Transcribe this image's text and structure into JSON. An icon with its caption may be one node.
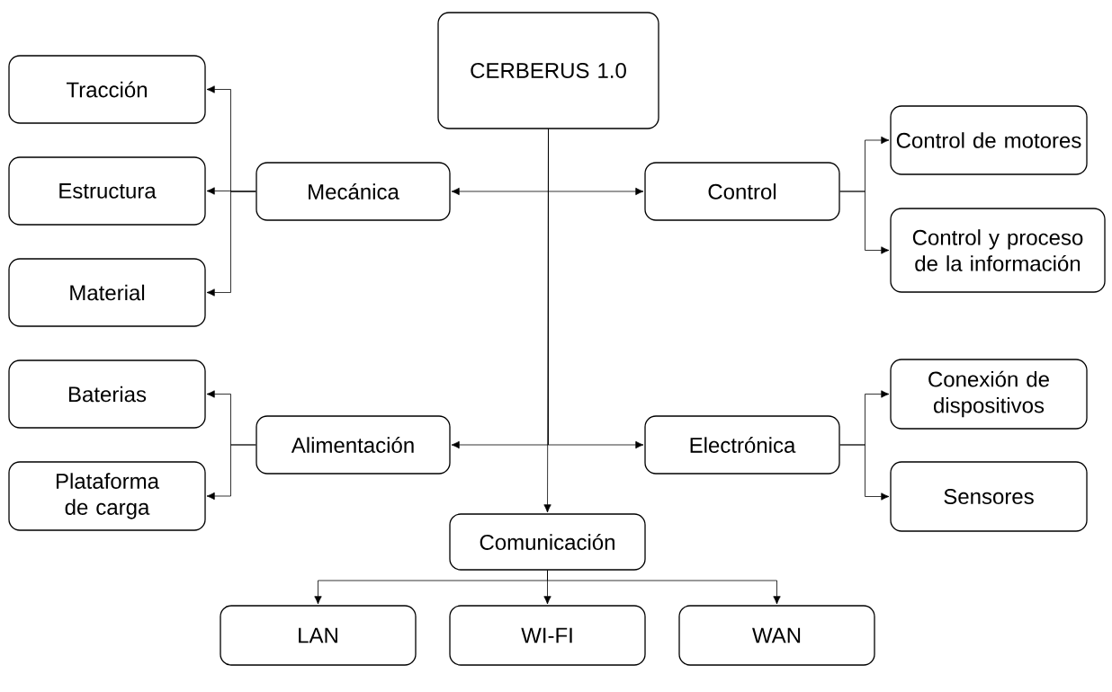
{
  "diagram": {
    "nodes": [
      {
        "text": [
          "CERBERUS 1.0"
        ]
      },
      {
        "text": [
          "Mecánica"
        ]
      },
      {
        "text": [
          "Control"
        ]
      },
      {
        "text": [
          "Tracción"
        ]
      },
      {
        "text": [
          "Estructura"
        ]
      },
      {
        "text": [
          "Material"
        ]
      },
      {
        "text": [
          "Control de motores"
        ]
      },
      {
        "text": [
          "Control y proceso de la información"
        ]
      },
      {
        "text": [
          "Alimentación"
        ]
      },
      {
        "text": [
          "Electrónica"
        ]
      },
      {
        "text": [
          "Baterias"
        ]
      },
      {
        "text": [
          "Plataforma de carga"
        ]
      },
      {
        "text": [
          "Conexión de dispositivos"
        ]
      },
      {
        "text": [
          "Sensores"
        ]
      },
      {
        "text": [
          "Comunicación"
        ]
      },
      {
        "text": [
          "LAN"
        ]
      },
      {
        "text": [
          "WI-FI"
        ]
      },
      {
        "text": [
          "WAN"
        ]
      }
    ],
    "edges": [
      {
        "from": 0,
        "to": 1,
        "arrow": "to"
      },
      {
        "from": 0,
        "to": 2,
        "arrow": "to"
      },
      {
        "from": 0,
        "to": 8,
        "arrow": "to"
      },
      {
        "from": 0,
        "to": 9,
        "arrow": "to"
      },
      {
        "from": 0,
        "to": 14,
        "arrow": "to"
      },
      {
        "from": 1,
        "to": 3,
        "arrow": "to"
      },
      {
        "from": 1,
        "to": 4,
        "arrow": "to"
      },
      {
        "from": 1,
        "to": 5,
        "arrow": "to"
      },
      {
        "from": 2,
        "to": 6,
        "arrow": "to"
      },
      {
        "from": 2,
        "to": 7,
        "arrow": "to"
      },
      {
        "from": 8,
        "to": 10,
        "arrow": "to"
      },
      {
        "from": 8,
        "to": 11,
        "arrow": "to"
      },
      {
        "from": 9,
        "to": 12,
        "arrow": "to"
      },
      {
        "from": 9,
        "to": 13,
        "arrow": "to"
      },
      {
        "from": 14,
        "to": 15,
        "arrow": "to"
      },
      {
        "from": 14,
        "to": 16,
        "arrow": "to"
      },
      {
        "from": 14,
        "to": 17,
        "arrow": "to"
      }
    ]
  }
}
